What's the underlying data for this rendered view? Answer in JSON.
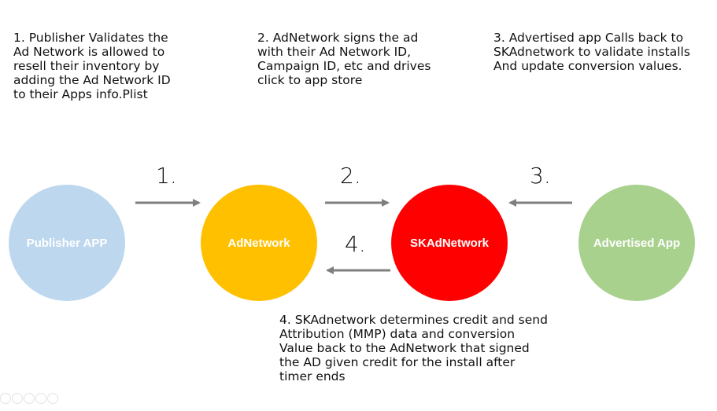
{
  "notes": {
    "step1": "1. Publisher Validates the\nAd Network is allowed to\nresell their inventory by\nadding the Ad Network ID\nto their Apps info.Plist",
    "step2": "2. AdNetwork signs the ad\nwith their Ad Network ID,\nCampaign ID, etc and drives\nclick to app store",
    "step3": "3. Advertised app Calls back to\nSKAdnetwork to validate installs\nAnd update conversion values.",
    "step4": "4. SKAdnetwork determines credit and send\nAttribution (MMP) data and conversion\nValue back to the AdNetwork that signed\nthe AD given credit for the install after\ntimer ends"
  },
  "steps": {
    "one": "1.",
    "two": "2.",
    "three": "3.",
    "four": "4."
  },
  "nodes": {
    "publisher": {
      "label": "Publisher APP",
      "color": "#bdd7ee"
    },
    "adnetwork": {
      "label": "AdNetwork",
      "color": "#ffc000"
    },
    "skadnetwork": {
      "label": "SKAdNetwork",
      "color": "#ff0000"
    },
    "advertised": {
      "label": "Advertised App",
      "color": "#a9d18e"
    }
  },
  "arrow_color": "#7f7f7f"
}
